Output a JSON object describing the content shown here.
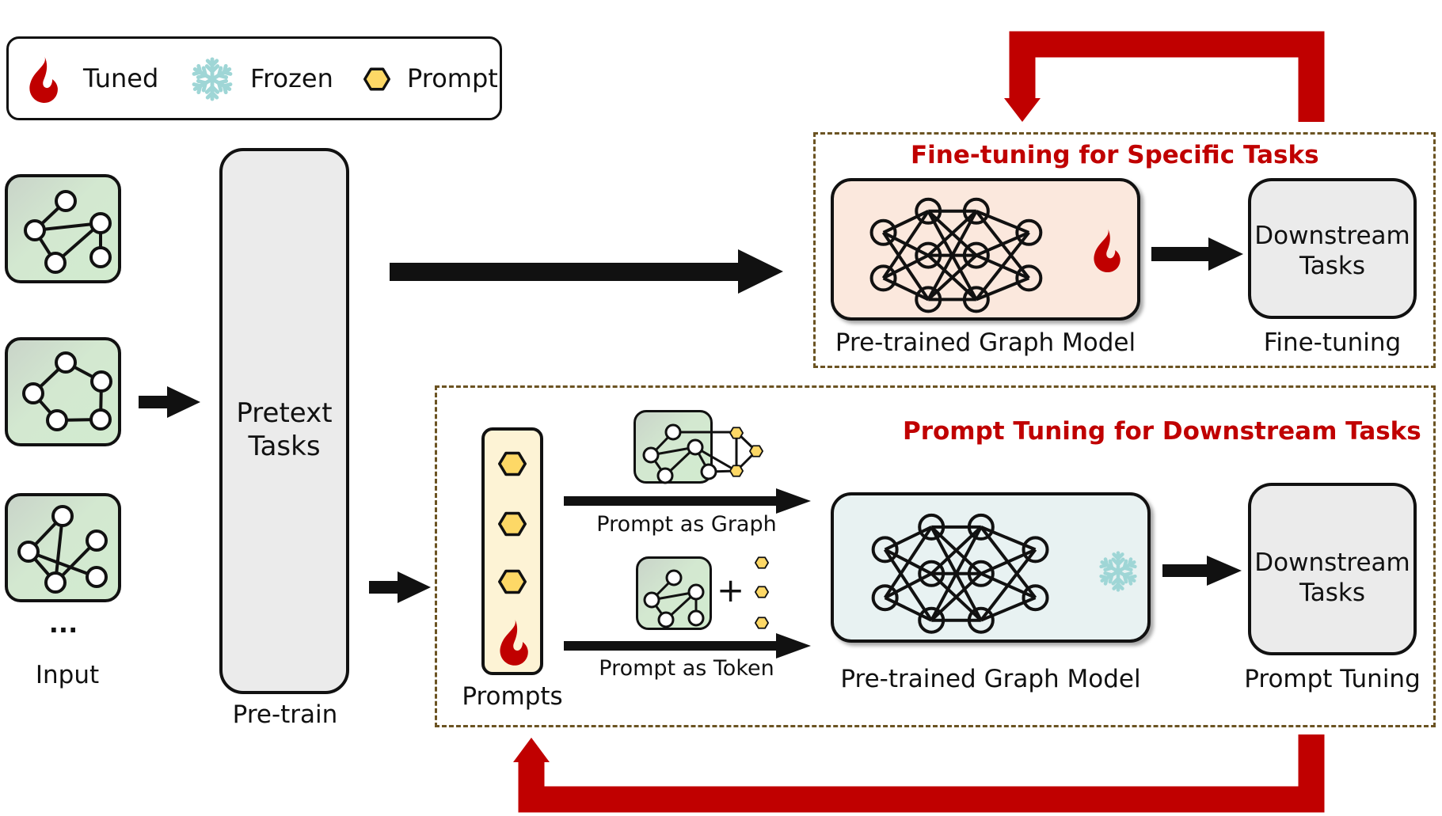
{
  "legend": {
    "items": [
      {
        "icon": "flame-icon",
        "label": "Tuned"
      },
      {
        "icon": "snowflake-icon",
        "label": "Frozen"
      },
      {
        "icon": "hexagon-icon",
        "label": "Prompt"
      }
    ]
  },
  "input": {
    "label": "Input",
    "ellipsis": "...",
    "graph_count": 3
  },
  "pretrain": {
    "box_label_line1": "Pretext",
    "box_label_line2": "Tasks",
    "caption": "Pre-train"
  },
  "fine_tuning": {
    "title": "Fine-tuning for Specific Tasks",
    "model_caption": "Pre-trained Graph Model",
    "model_state_icon": "flame-icon",
    "downstream_line1": "Downstream",
    "downstream_line2": "Tasks",
    "downstream_caption": "Fine-tuning"
  },
  "prompt_tuning": {
    "title": "Prompt Tuning for Downstream Tasks",
    "prompts_caption": "Prompts",
    "prompt_as_graph": "Prompt as Graph",
    "prompt_as_token": "Prompt as Token",
    "plus": "+",
    "model_caption": "Pre-trained Graph Model",
    "model_state_icon": "snowflake-icon",
    "downstream_line1": "Downstream",
    "downstream_line2": "Tasks",
    "downstream_caption": "Prompt Tuning"
  },
  "colors": {
    "red_accent": "#c00000",
    "prompt_hex": "#fdd866",
    "frozen_blue": "#9fd6d6",
    "graph_tile": "#d2ebcf",
    "tuned_model_bg": "#fbe8dd",
    "frozen_model_bg": "#e8f2f2",
    "prompts_bg": "#fdf3d5",
    "dash_border": "#6b5322"
  }
}
